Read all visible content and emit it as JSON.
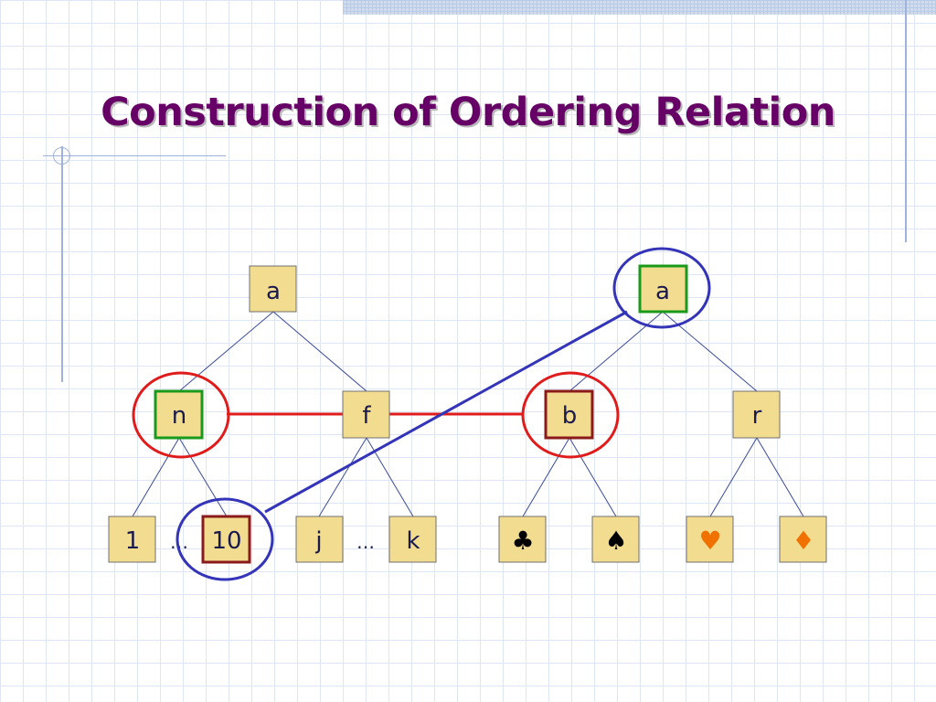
{
  "slide": {
    "title": "Construction of Ordering Relation"
  },
  "tree": {
    "node_fill": "#f2dc90",
    "node_border": "#707070",
    "edge_color": "#3a4a9a",
    "green_highlight": "#1a9a1a",
    "dark_red_highlight": "#8b1a1a",
    "red_circle": "#e01b1b",
    "blue_circle": "#3434b8",
    "left": {
      "root": "a",
      "children": [
        "n",
        "f"
      ],
      "n_children": [
        "1",
        "10"
      ],
      "f_children": [
        "j",
        "k"
      ],
      "ellipsis": "…"
    },
    "right": {
      "root": "a",
      "children": [
        "b",
        "r"
      ],
      "b_children": [
        "♣",
        "♠"
      ],
      "r_children": [
        "♥",
        "♦"
      ],
      "suit_colors": {
        "club": "#000000",
        "spade": "#000000",
        "heart": "#f07000",
        "diamond": "#f07000"
      }
    }
  }
}
